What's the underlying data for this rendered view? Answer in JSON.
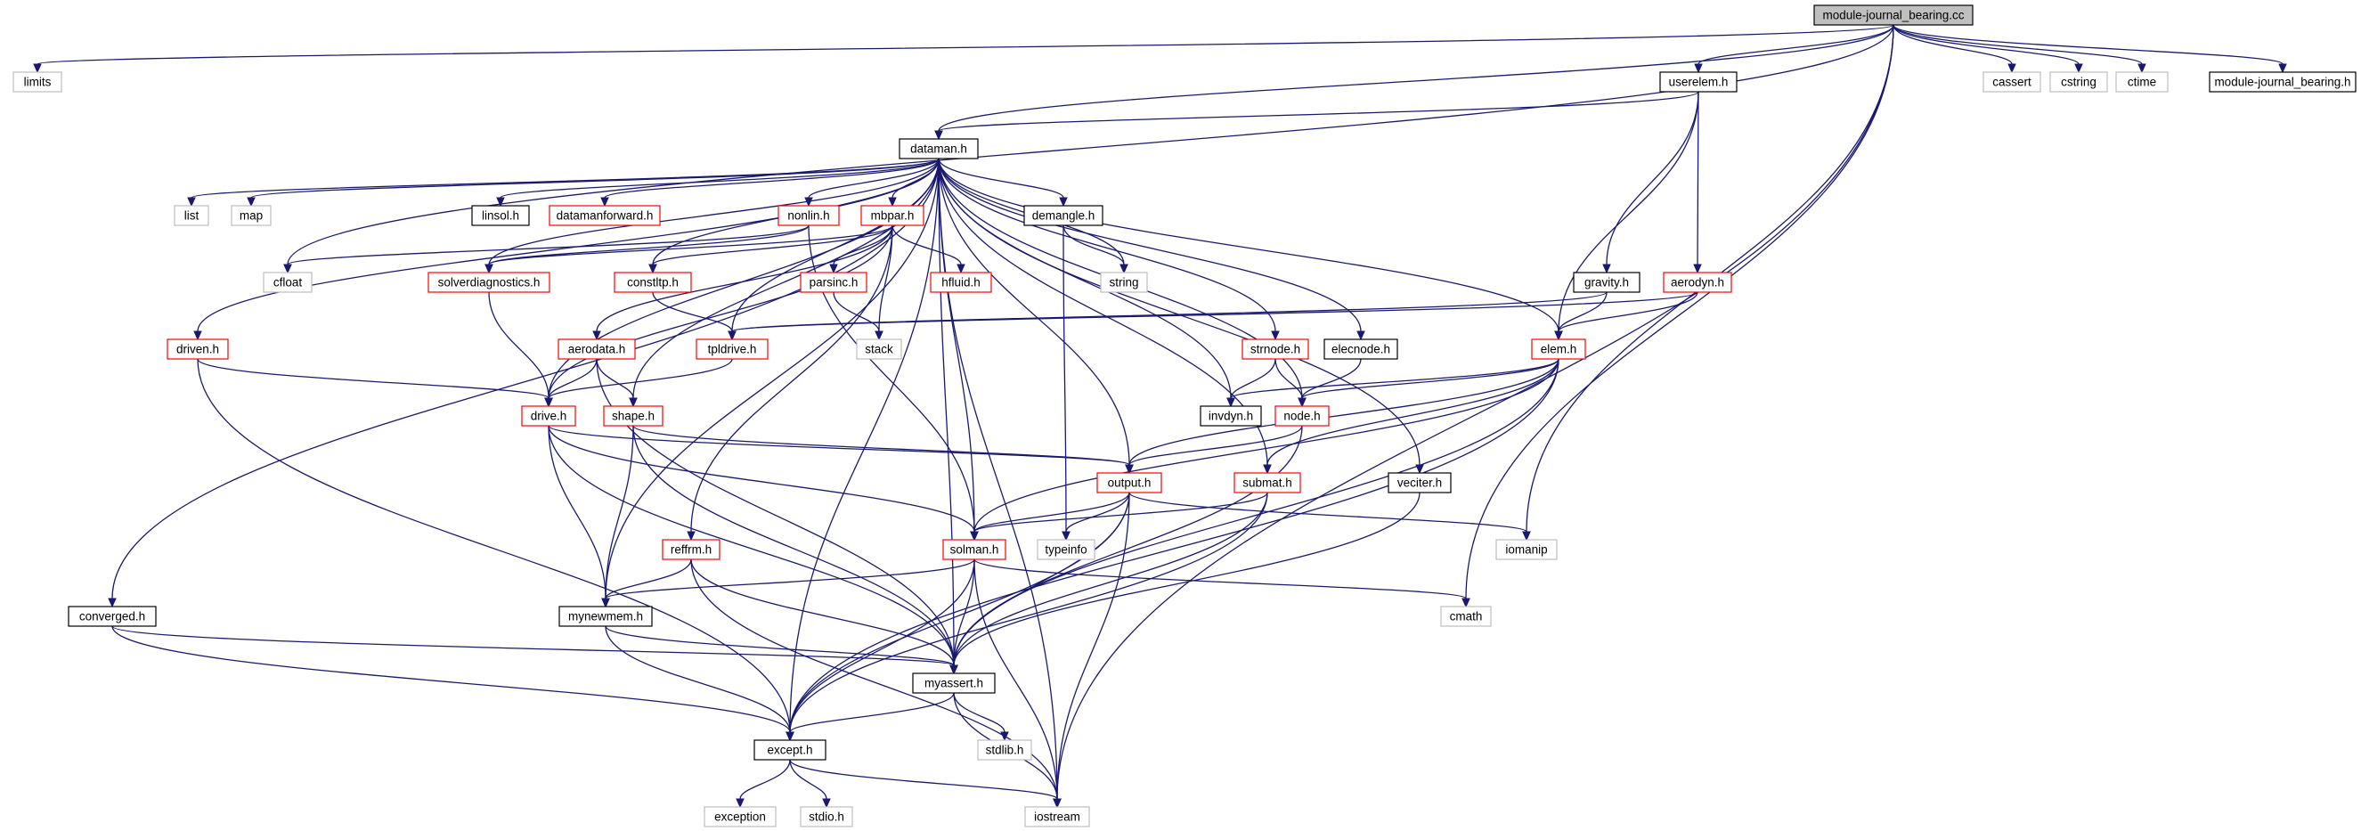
{
  "colors": {
    "edge": "#191970",
    "root_fill": "#bfbfbf",
    "documented": "#000000",
    "undocumented_red": "#ff0000",
    "external": "#bfbfbf"
  },
  "nodes": [
    {
      "id": "module_journal_bearing_cc",
      "label": "module-journal_bearing.cc",
      "kind": "root"
    },
    {
      "id": "limits",
      "label": "limits",
      "kind": "external"
    },
    {
      "id": "dataman_h",
      "label": "dataman.h",
      "kind": "documented"
    },
    {
      "id": "userelem_h",
      "label": "userelem.h",
      "kind": "documented"
    },
    {
      "id": "cfloat",
      "label": "cfloat",
      "kind": "external"
    },
    {
      "id": "cassert",
      "label": "cassert",
      "kind": "external"
    },
    {
      "id": "cstring",
      "label": "cstring",
      "kind": "external"
    },
    {
      "id": "ctime",
      "label": "ctime",
      "kind": "external"
    },
    {
      "id": "module_journal_bearing_h",
      "label": "module-journal_bearing.h",
      "kind": "documented"
    },
    {
      "id": "list",
      "label": "list",
      "kind": "external"
    },
    {
      "id": "map",
      "label": "map",
      "kind": "external"
    },
    {
      "id": "linsol_h",
      "label": "linsol.h",
      "kind": "documented"
    },
    {
      "id": "datamanforward_h",
      "label": "datamanforward.h",
      "kind": "incomplete"
    },
    {
      "id": "nonlin_h",
      "label": "nonlin.h",
      "kind": "incomplete"
    },
    {
      "id": "mbpar_h",
      "label": "mbpar.h",
      "kind": "incomplete"
    },
    {
      "id": "demangle_h",
      "label": "demangle.h",
      "kind": "documented"
    },
    {
      "id": "string",
      "label": "string",
      "kind": "external"
    },
    {
      "id": "solverdiagnostics_h",
      "label": "solverdiagnostics.h",
      "kind": "incomplete"
    },
    {
      "id": "constltp_h",
      "label": "constltp.h",
      "kind": "incomplete"
    },
    {
      "id": "parsinc_h",
      "label": "parsinc.h",
      "kind": "incomplete"
    },
    {
      "id": "hfluid_h",
      "label": "hfluid.h",
      "kind": "incomplete"
    },
    {
      "id": "gravity_h",
      "label": "gravity.h",
      "kind": "documented"
    },
    {
      "id": "aerodyn_h",
      "label": "aerodyn.h",
      "kind": "incomplete"
    },
    {
      "id": "driven_h",
      "label": "driven.h",
      "kind": "incomplete"
    },
    {
      "id": "aerodata_h",
      "label": "aerodata.h",
      "kind": "incomplete"
    },
    {
      "id": "tpldrive_h",
      "label": "tpldrive.h",
      "kind": "incomplete"
    },
    {
      "id": "stack",
      "label": "stack",
      "kind": "external"
    },
    {
      "id": "strnode_h",
      "label": "strnode.h",
      "kind": "incomplete"
    },
    {
      "id": "elecnode_h",
      "label": "elecnode.h",
      "kind": "documented"
    },
    {
      "id": "elem_h",
      "label": "elem.h",
      "kind": "incomplete"
    },
    {
      "id": "drive_h",
      "label": "drive.h",
      "kind": "incomplete"
    },
    {
      "id": "shape_h",
      "label": "shape.h",
      "kind": "incomplete"
    },
    {
      "id": "invdyn_h",
      "label": "invdyn.h",
      "kind": "documented"
    },
    {
      "id": "node_h",
      "label": "node.h",
      "kind": "incomplete"
    },
    {
      "id": "output_h",
      "label": "output.h",
      "kind": "incomplete"
    },
    {
      "id": "submat_h",
      "label": "submat.h",
      "kind": "incomplete"
    },
    {
      "id": "veciter_h",
      "label": "veciter.h",
      "kind": "documented"
    },
    {
      "id": "reffrm_h",
      "label": "reffrm.h",
      "kind": "incomplete"
    },
    {
      "id": "solman_h",
      "label": "solman.h",
      "kind": "incomplete"
    },
    {
      "id": "typeinfo",
      "label": "typeinfo",
      "kind": "external"
    },
    {
      "id": "iomanip",
      "label": "iomanip",
      "kind": "external"
    },
    {
      "id": "converged_h",
      "label": "converged.h",
      "kind": "documented"
    },
    {
      "id": "mynewmem_h",
      "label": "mynewmem.h",
      "kind": "documented"
    },
    {
      "id": "cmath",
      "label": "cmath",
      "kind": "external"
    },
    {
      "id": "myassert_h",
      "label": "myassert.h",
      "kind": "documented"
    },
    {
      "id": "except_h",
      "label": "except.h",
      "kind": "documented"
    },
    {
      "id": "stdlib_h",
      "label": "stdlib.h",
      "kind": "external"
    },
    {
      "id": "exception",
      "label": "exception",
      "kind": "external"
    },
    {
      "id": "stdio_h",
      "label": "stdio.h",
      "kind": "external"
    },
    {
      "id": "iostream",
      "label": "iostream",
      "kind": "external"
    }
  ],
  "edges": [
    [
      "module_journal_bearing_cc",
      "limits"
    ],
    [
      "module_journal_bearing_cc",
      "dataman_h"
    ],
    [
      "module_journal_bearing_cc",
      "userelem_h"
    ],
    [
      "module_journal_bearing_cc",
      "cfloat"
    ],
    [
      "module_journal_bearing_cc",
      "iomanip"
    ],
    [
      "module_journal_bearing_cc",
      "cmath"
    ],
    [
      "module_journal_bearing_cc",
      "iostream"
    ],
    [
      "module_journal_bearing_cc",
      "cassert"
    ],
    [
      "module_journal_bearing_cc",
      "cstring"
    ],
    [
      "module_journal_bearing_cc",
      "ctime"
    ],
    [
      "module_journal_bearing_cc",
      "module_journal_bearing_h"
    ],
    [
      "userelem_h",
      "dataman_h"
    ],
    [
      "userelem_h",
      "gravity_h"
    ],
    [
      "userelem_h",
      "aerodyn_h"
    ],
    [
      "userelem_h",
      "elem_h"
    ],
    [
      "dataman_h",
      "list"
    ],
    [
      "dataman_h",
      "map"
    ],
    [
      "dataman_h",
      "linsol_h"
    ],
    [
      "dataman_h",
      "datamanforward_h"
    ],
    [
      "dataman_h",
      "nonlin_h"
    ],
    [
      "dataman_h",
      "mbpar_h"
    ],
    [
      "dataman_h",
      "demangle_h"
    ],
    [
      "dataman_h",
      "string"
    ],
    [
      "dataman_h",
      "solverdiagnostics_h"
    ],
    [
      "dataman_h",
      "constltp_h"
    ],
    [
      "dataman_h",
      "tpldrive_h"
    ],
    [
      "dataman_h",
      "driven_h"
    ],
    [
      "dataman_h",
      "converged_h"
    ],
    [
      "dataman_h",
      "except_h"
    ],
    [
      "dataman_h",
      "mynewmem_h"
    ],
    [
      "dataman_h",
      "drive_h"
    ],
    [
      "dataman_h",
      "shape_h"
    ],
    [
      "dataman_h",
      "solman_h"
    ],
    [
      "dataman_h",
      "invdyn_h"
    ],
    [
      "dataman_h",
      "output_h"
    ],
    [
      "dataman_h",
      "submat_h"
    ],
    [
      "dataman_h",
      "strnode_h"
    ],
    [
      "dataman_h",
      "elecnode_h"
    ],
    [
      "dataman_h",
      "node_h"
    ],
    [
      "dataman_h",
      "veciter_h"
    ],
    [
      "dataman_h",
      "elem_h"
    ],
    [
      "dataman_h",
      "myassert_h"
    ],
    [
      "dataman_h",
      "iostream"
    ],
    [
      "nonlin_h",
      "cfloat"
    ],
    [
      "nonlin_h",
      "solverdiagnostics_h"
    ],
    [
      "nonlin_h",
      "solman_h"
    ],
    [
      "mbpar_h",
      "solverdiagnostics_h"
    ],
    [
      "mbpar_h",
      "constltp_h"
    ],
    [
      "mbpar_h",
      "parsinc_h"
    ],
    [
      "mbpar_h",
      "hfluid_h"
    ],
    [
      "mbpar_h",
      "stack"
    ],
    [
      "mbpar_h",
      "aerodata_h"
    ],
    [
      "mbpar_h",
      "reffrm_h"
    ],
    [
      "mbpar_h",
      "drive_h"
    ],
    [
      "demangle_h",
      "string"
    ],
    [
      "demangle_h",
      "typeinfo"
    ],
    [
      "solverdiagnostics_h",
      "drive_h"
    ],
    [
      "constltp_h",
      "tpldrive_h"
    ],
    [
      "parsinc_h",
      "stack"
    ],
    [
      "gravity_h",
      "tpldrive_h"
    ],
    [
      "gravity_h",
      "elem_h"
    ],
    [
      "aerodyn_h",
      "tpldrive_h"
    ],
    [
      "aerodyn_h",
      "elem_h"
    ],
    [
      "driven_h",
      "drive_h"
    ],
    [
      "driven_h",
      "except_h"
    ],
    [
      "aerodata_h",
      "drive_h"
    ],
    [
      "aerodata_h",
      "shape_h"
    ],
    [
      "aerodata_h",
      "myassert_h"
    ],
    [
      "tpldrive_h",
      "drive_h"
    ],
    [
      "strnode_h",
      "invdyn_h"
    ],
    [
      "strnode_h",
      "node_h"
    ],
    [
      "elecnode_h",
      "node_h"
    ],
    [
      "elem_h",
      "invdyn_h"
    ],
    [
      "elem_h",
      "node_h"
    ],
    [
      "elem_h",
      "output_h"
    ],
    [
      "elem_h",
      "submat_h"
    ],
    [
      "elem_h",
      "solman_h"
    ],
    [
      "elem_h",
      "myassert_h"
    ],
    [
      "elem_h",
      "except_h"
    ],
    [
      "drive_h",
      "output_h"
    ],
    [
      "drive_h",
      "solman_h"
    ],
    [
      "drive_h",
      "mynewmem_h"
    ],
    [
      "drive_h",
      "myassert_h"
    ],
    [
      "shape_h",
      "output_h"
    ],
    [
      "shape_h",
      "mynewmem_h"
    ],
    [
      "shape_h",
      "myassert_h"
    ],
    [
      "node_h",
      "output_h"
    ],
    [
      "node_h",
      "myassert_h"
    ],
    [
      "output_h",
      "solman_h"
    ],
    [
      "output_h",
      "typeinfo"
    ],
    [
      "output_h",
      "iomanip"
    ],
    [
      "output_h",
      "myassert_h"
    ],
    [
      "output_h",
      "except_h"
    ],
    [
      "output_h",
      "iostream"
    ],
    [
      "submat_h",
      "solman_h"
    ],
    [
      "submat_h",
      "myassert_h"
    ],
    [
      "submat_h",
      "except_h"
    ],
    [
      "veciter_h",
      "myassert_h"
    ],
    [
      "reffrm_h",
      "mynewmem_h"
    ],
    [
      "reffrm_h",
      "myassert_h"
    ],
    [
      "reffrm_h",
      "iostream"
    ],
    [
      "solman_h",
      "mynewmem_h"
    ],
    [
      "solman_h",
      "myassert_h"
    ],
    [
      "solman_h",
      "cmath"
    ],
    [
      "solman_h",
      "except_h"
    ],
    [
      "solman_h",
      "iostream"
    ],
    [
      "converged_h",
      "myassert_h"
    ],
    [
      "converged_h",
      "except_h"
    ],
    [
      "mynewmem_h",
      "myassert_h"
    ],
    [
      "mynewmem_h",
      "except_h"
    ],
    [
      "myassert_h",
      "stdlib_h"
    ],
    [
      "myassert_h",
      "except_h"
    ],
    [
      "myassert_h",
      "iostream"
    ],
    [
      "except_h",
      "exception"
    ],
    [
      "except_h",
      "stdio_h"
    ],
    [
      "except_h",
      "iostream"
    ]
  ]
}
